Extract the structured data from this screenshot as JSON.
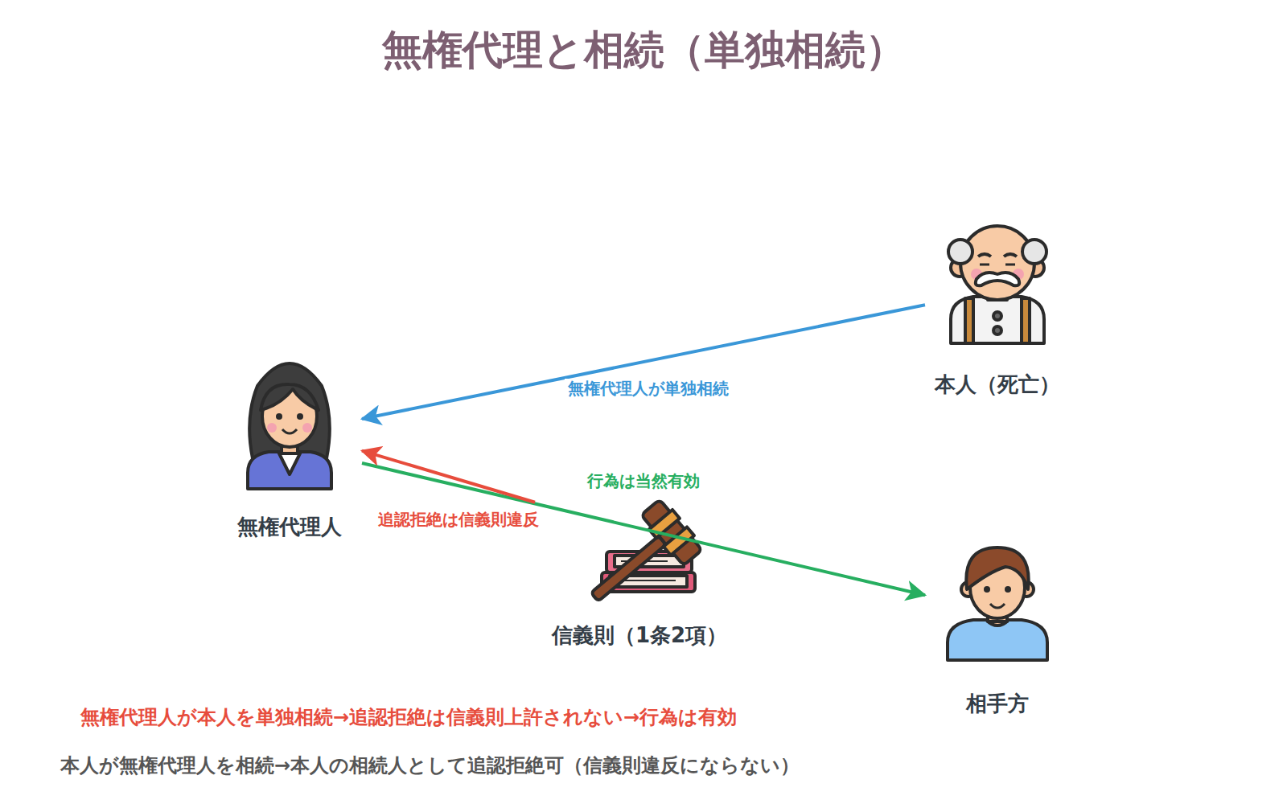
{
  "diagram": {
    "title": "無権代理と相続（単独相続）",
    "nodes": [
      {
        "text": [
          "本人（死亡）"
        ]
      },
      {
        "text": [
          "無権代理人"
        ]
      },
      {
        "text": [
          "信義則（1条2項）"
        ]
      },
      {
        "text": [
          "相手方"
        ]
      }
    ],
    "edges": [
      {
        "from": 0,
        "to": 1,
        "label": "無権代理人が単独相続",
        "arrow": "to"
      },
      {
        "from": 1,
        "to": 3,
        "label": "行為は当然有効",
        "arrow": "to"
      },
      {
        "from": 2,
        "to": 1,
        "label": "追認拒絶は信義則違反",
        "arrow": "to"
      }
    ],
    "labels": [
      "無権代理人が本人を単独相続→追認拒絶は信義則上許されない→行為は有効",
      "本人が無権代理人を相続→本人の相続人として追認拒絶可（信義則違反にならない）"
    ]
  }
}
